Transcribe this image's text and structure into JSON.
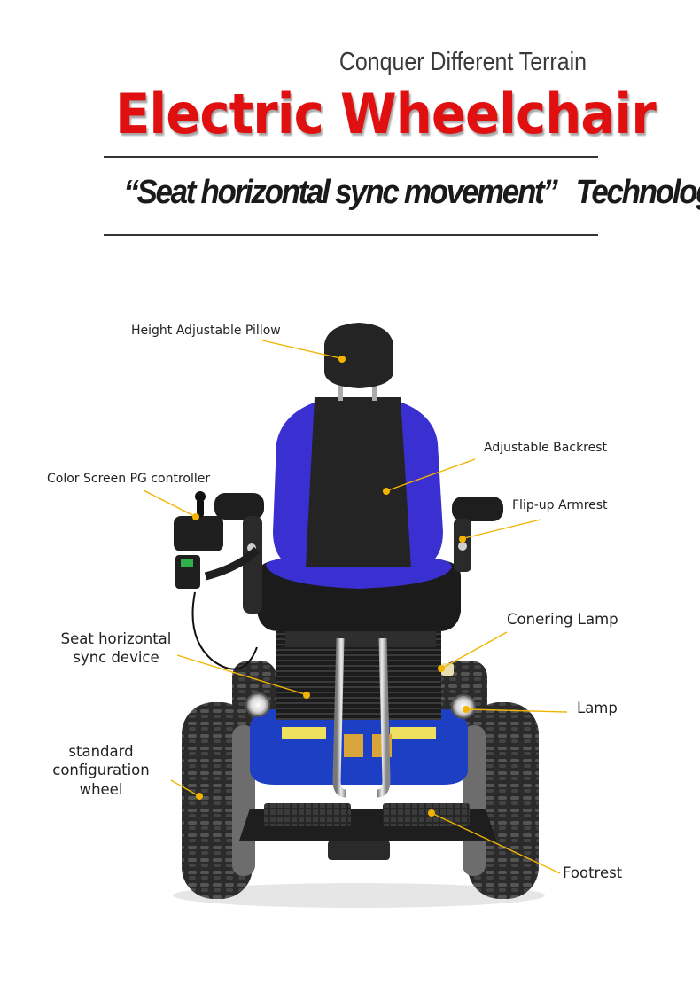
{
  "header": {
    "subtitle": "Conquer Different Terrain",
    "title": "Electric Wheelchair",
    "tagline_quote": "“Seat horizontal sync movement”",
    "tagline_tail": "Technology"
  },
  "callouts": {
    "pillow": "Height Adjustable Pillow",
    "backrest": "Adjustable Backrest",
    "controller": "Color Screen PG controller",
    "armrest": "Flip-up Armrest",
    "cornering_lamp": "Conering Lamp",
    "sync_device": "Seat horizontal\nsync device",
    "lamp": "Lamp",
    "wheel": "standard\nconfiguration wheel",
    "footrest": "Footrest"
  },
  "colors": {
    "title_red": "#e01010",
    "leader_line": "#f2b400",
    "seat_blue": "#3a2fd0",
    "frame_blue": "#1d3fc4"
  }
}
